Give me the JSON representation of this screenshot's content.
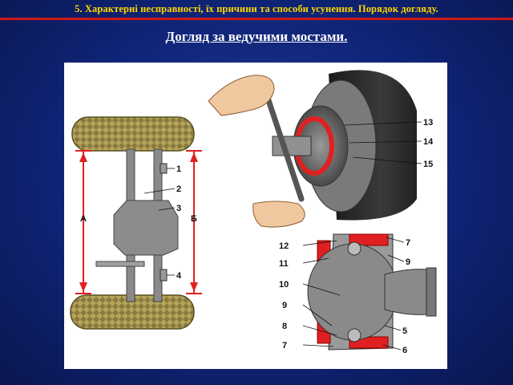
{
  "header": {
    "title": "5. Характерні несправності, їх причини та способи усунення. Порядок догляду."
  },
  "subtitle": "Догляд за ведучими мостами.",
  "figure": {
    "left_callouts": [
      "1",
      "2",
      "3",
      "4"
    ],
    "dimension_labels": [
      "А",
      "Б"
    ],
    "hub_callouts": [
      "13",
      "14",
      "15"
    ],
    "section_callouts_left": [
      "12",
      "11",
      "10",
      "9",
      "8",
      "7"
    ],
    "section_callouts_right": [
      "7",
      "9",
      "5",
      "6"
    ]
  },
  "colors": {
    "background": "#0f2476",
    "header_text": "#ffd700",
    "header_rule": "#d01818",
    "highlight_red": "#e02020"
  }
}
